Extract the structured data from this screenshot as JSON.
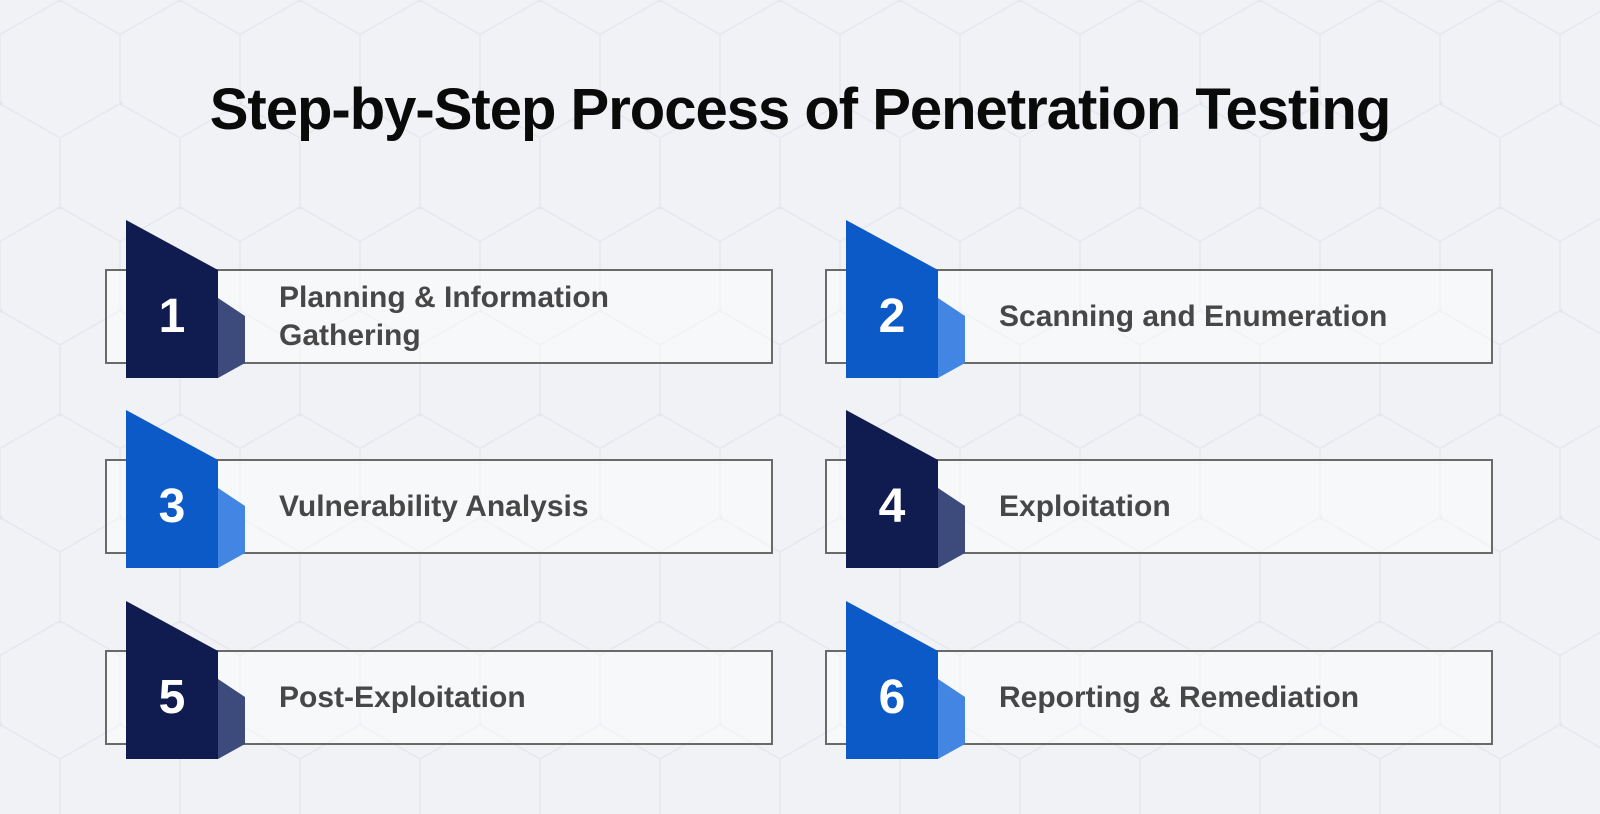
{
  "title": "Step-by-Step Process of Penetration Testing",
  "colors": {
    "navy": "#101c4f",
    "navy_fold": "#3c4a7c",
    "blue": "#0c5ac8",
    "blue_fold": "#4285e2",
    "box_border": "#6a6a6a",
    "label_text": "#474747",
    "number_text": "#ffffff",
    "title_text": "#0a0a0a",
    "background": "#f1f2f6",
    "hex_pattern_line": "#e0e3eb"
  },
  "steps": [
    {
      "number": "1",
      "label": "Planning & Information Gathering",
      "color": "navy"
    },
    {
      "number": "2",
      "label": "Scanning and Enumeration",
      "color": "blue"
    },
    {
      "number": "3",
      "label": "Vulnerability Analysis",
      "color": "blue"
    },
    {
      "number": "4",
      "label": "Exploitation",
      "color": "navy"
    },
    {
      "number": "5",
      "label": "Post-Exploitation",
      "color": "navy"
    },
    {
      "number": "6",
      "label": "Reporting & Remediation",
      "color": "blue"
    }
  ]
}
